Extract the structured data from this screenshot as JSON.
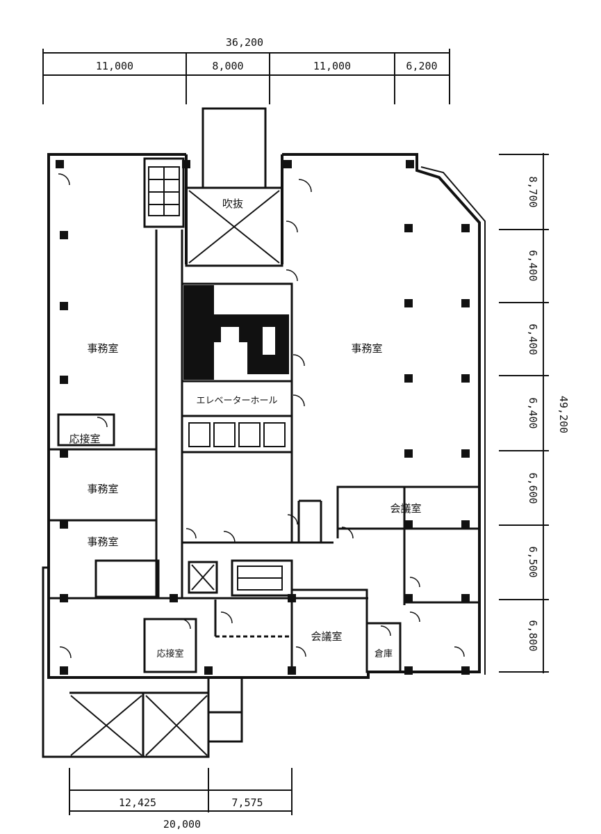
{
  "colors": {
    "ink": "#111111",
    "paper": "#ffffff"
  },
  "dimensions": {
    "top_total": "36,200",
    "top_segments": [
      "11,000",
      "8,000",
      "11,000",
      "6,200"
    ],
    "right_total": "49,200",
    "right_segments": [
      "8,700",
      "6,400",
      "6,400",
      "6,400",
      "6,600",
      "6,500",
      "6,800"
    ],
    "bottom_segments": [
      "12,425",
      "7,575"
    ],
    "bottom_total": "20,000"
  },
  "rooms": {
    "void_top": "吹抜",
    "office_left": "事務室",
    "office_right": "事務室",
    "reception_left": "応接室",
    "office_left_2": "事務室",
    "office_left_3": "事務室",
    "elevator_hall": "エレベーターホール",
    "meeting_right": "会議室",
    "meeting_bottom": "会議室",
    "reception_bottom": "応接室",
    "storage_bottom": "倉庫"
  }
}
